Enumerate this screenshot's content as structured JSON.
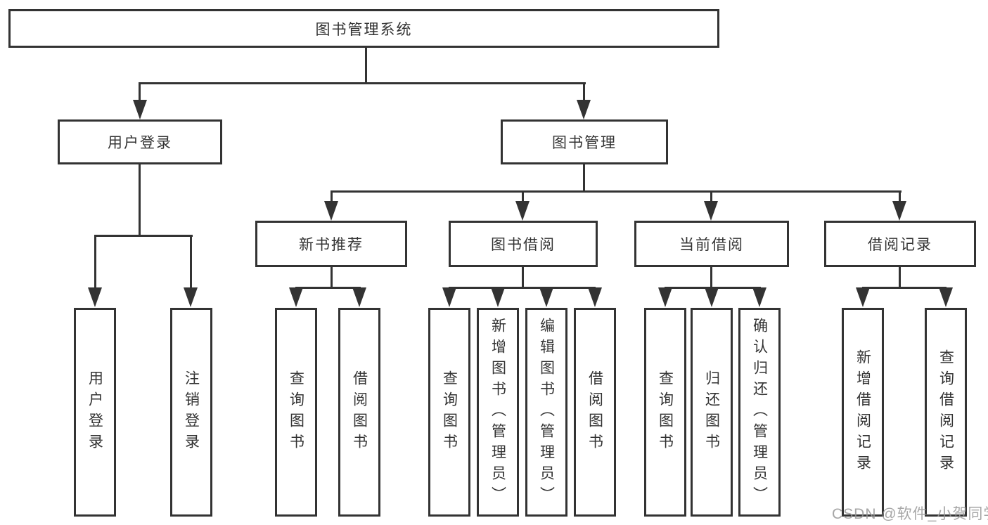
{
  "diagram_title": "图书管理系统",
  "tree": {
    "label": "图书管理系统",
    "children": [
      {
        "label": "用户登录",
        "children": [
          {
            "label": "用户登录"
          },
          {
            "label": "注销登录"
          }
        ]
      },
      {
        "label": "图书管理",
        "children": [
          {
            "label": "新书推荐",
            "children": [
              {
                "label": "查询图书"
              },
              {
                "label": "借阅图书"
              }
            ]
          },
          {
            "label": "图书借阅",
            "children": [
              {
                "label": "查询图书"
              },
              {
                "label": "新增图书（管理员）"
              },
              {
                "label": "编辑图书（管理员）"
              },
              {
                "label": "借阅图书"
              }
            ]
          },
          {
            "label": "当前借阅",
            "children": [
              {
                "label": "查询图书"
              },
              {
                "label": "归还图书"
              },
              {
                "label": "确认归还（管理员）"
              }
            ]
          },
          {
            "label": "借阅记录",
            "children": [
              {
                "label": "新增借阅记录"
              },
              {
                "label": "查询借阅记录"
              }
            ]
          }
        ]
      }
    ]
  },
  "watermark": {
    "text": "CSDN @软件_小贺同学"
  },
  "colors": {
    "line": "#333333",
    "box_border": "#333333",
    "text": "#333333",
    "background": "#ffffff",
    "watermark": "#969696"
  }
}
